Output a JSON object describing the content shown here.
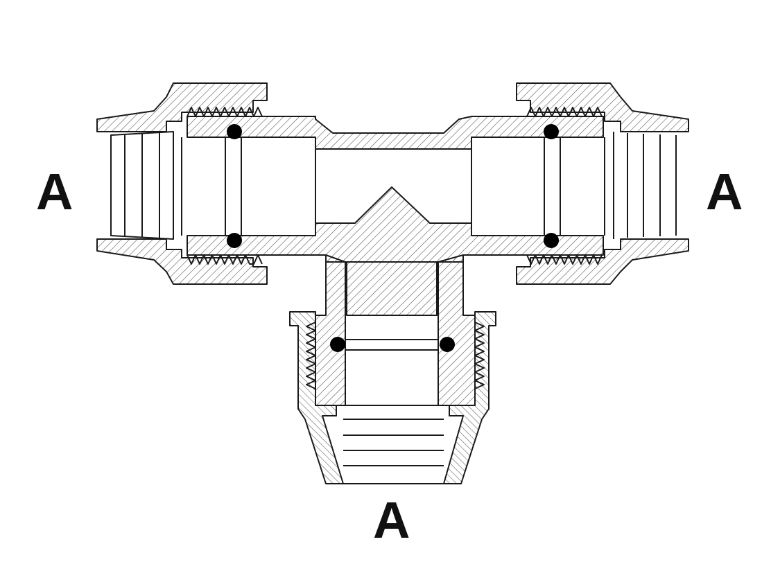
{
  "labels": {
    "left_port": "A",
    "right_port": "A",
    "bottom_port": "A"
  },
  "colors": {
    "line": "#1a1a1a",
    "hatch": "#5a5a5a",
    "background": "#ffffff",
    "seal": "#000000"
  }
}
